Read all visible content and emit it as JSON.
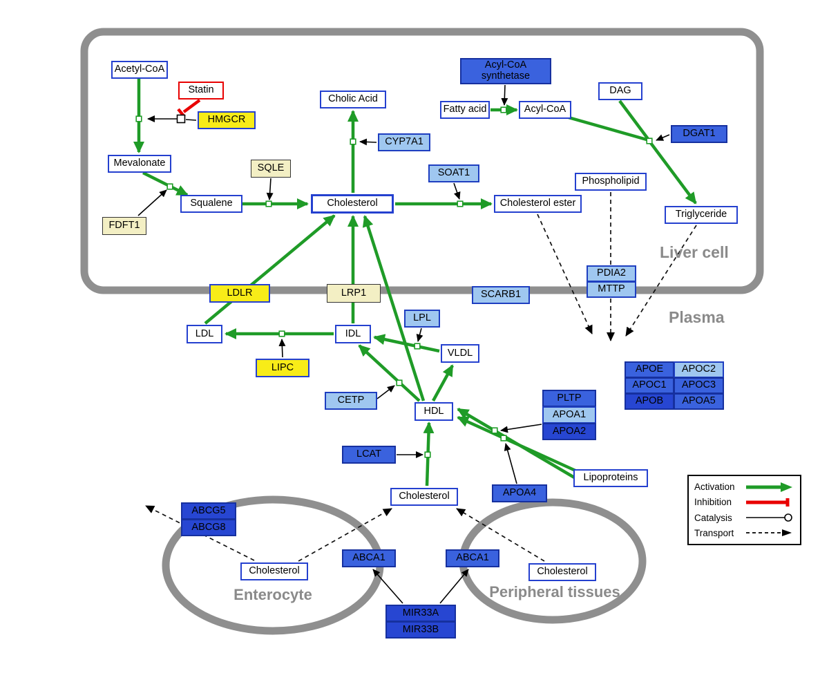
{
  "regions": {
    "liver": "Liver cell",
    "plasma": "Plasma",
    "enterocyte": "Enterocyte",
    "peripheral": "Peripheral tissues"
  },
  "nodes": {
    "acetyl_coa": "Acetyl-CoA",
    "statin": "Statin",
    "hmgcr": "HMGCR",
    "mevalonate": "Mevalonate",
    "sqle": "SQLE",
    "fdft1": "FDFT1",
    "squalene": "Squalene",
    "cholesterol_liver": "Cholesterol",
    "cholic_acid": "Cholic Acid",
    "cyp7a1": "CYP7A1",
    "soat1": "SOAT1",
    "cholesterol_ester": "Cholesterol ester",
    "acyl_coa_synthetase": "Acyl-CoA synthetase",
    "fatty_acid": "Fatty acid",
    "acyl_coa": "Acyl-CoA",
    "dag": "DAG",
    "dgat1": "DGAT1",
    "phospholipid": "Phospholipid",
    "triglyceride": "Triglyceride",
    "pdia2": "PDIA2",
    "mttp": "MTTP",
    "ldlr": "LDLR",
    "lrp1": "LRP1",
    "scarb1": "SCARB1",
    "ldl": "LDL",
    "idl": "IDL",
    "lpl": "LPL",
    "vldl": "VLDL",
    "lipc": "LIPC",
    "cetp": "CETP",
    "hdl": "HDL",
    "lcat": "LCAT",
    "pltp": "PLTP",
    "apoa1": "APOA1",
    "apoa2": "APOA2",
    "apoa4": "APOA4",
    "lipoproteins": "Lipoproteins",
    "apoe": "APOE",
    "apoc2": "APOC2",
    "apoc1": "APOC1",
    "apoc3": "APOC3",
    "apob": "APOB",
    "apoa5": "APOA5",
    "cholesterol_plasma": "Cholesterol",
    "abcg5": "ABCG5",
    "abcg8": "ABCG8",
    "cholesterol_enterocyte": "Cholesterol",
    "abca1_enterocyte": "ABCA1",
    "abca1_peripheral": "ABCA1",
    "cholesterol_peripheral": "Cholesterol",
    "mir33a": "MIR33A",
    "mir33b": "MIR33B"
  },
  "legend": {
    "activation": "Activation",
    "inhibition": "Inhibition",
    "catalysis": "Catalysis",
    "transport": "Transport"
  },
  "colors": {
    "activation": "#1f9b27",
    "inhibition": "#e80000",
    "membrane": "#8f8f8f",
    "gene_blue": "#3a62de",
    "gene_light_blue": "#9fc7f0",
    "gene_dark_blue": "#2746d2",
    "enzyme_yellow": "#f8ec18",
    "pale_yellow": "#f3efc4",
    "metabolite_border": "#2440cf",
    "drug_border": "#e80000"
  }
}
